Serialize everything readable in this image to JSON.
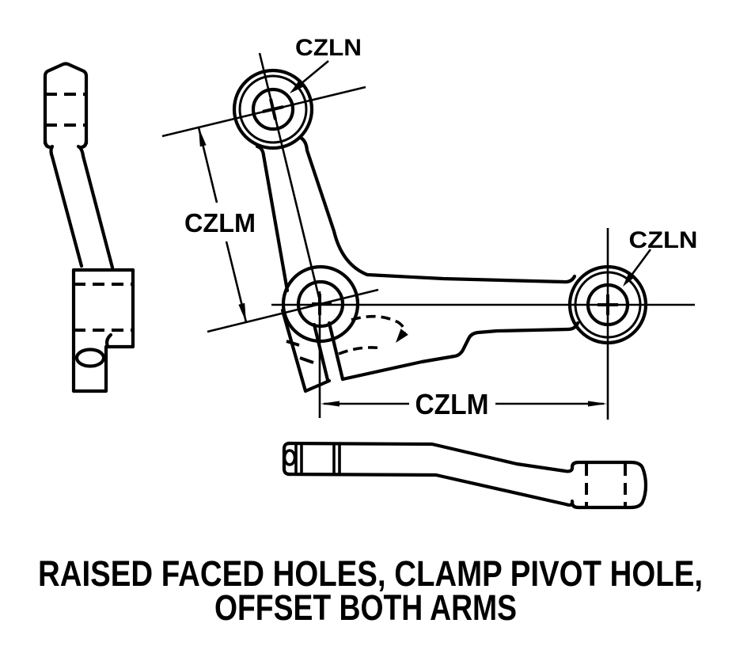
{
  "labels": {
    "czln_top": "CZLN",
    "czlm_left": "CZLM",
    "czln_right": "CZLN",
    "czlm_bottom": "CZLM"
  },
  "caption": {
    "line1": "RAISED FACED HOLES, CLAMP PIVOT HOLE,",
    "line2": "OFFSET BOTH ARMS"
  },
  "colors": {
    "ink": "#000000",
    "background": "#ffffff"
  }
}
